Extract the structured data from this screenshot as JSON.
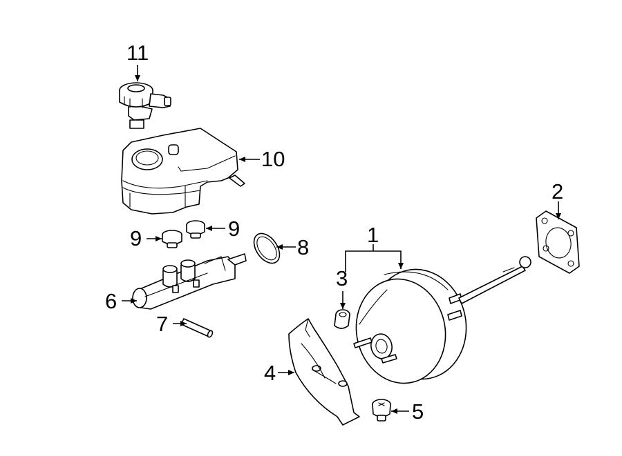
{
  "callouts": {
    "c1": "1",
    "c2": "2",
    "c3": "3",
    "c4": "4",
    "c5": "5",
    "c6": "6",
    "c7": "7",
    "c8": "8",
    "c9a": "9",
    "c9b": "9",
    "c10": "10",
    "c11": "11"
  },
  "colors": {
    "line": "#000000",
    "background": "#ffffff"
  }
}
